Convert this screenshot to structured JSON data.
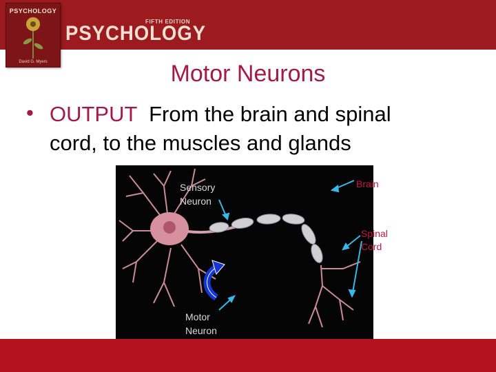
{
  "header": {
    "book_cover": {
      "title": "PSYCHOLOGY",
      "subtitle": "David G. Myers"
    },
    "edition": "FIFTH EDITION",
    "brand": "PSYCHOLOGY"
  },
  "slide": {
    "title": "Motor Neurons",
    "bullet": {
      "keyword": "OUTPUT",
      "line1_rest": "  From the brain and spinal",
      "line2": "cord, to the muscles and glands"
    }
  },
  "diagram": {
    "labels": {
      "sensory_neuron_1": "Sensory",
      "sensory_neuron_2": "Neuron",
      "brain": "Brain",
      "spinal_1": "Spinal",
      "spinal_2": "Cord",
      "motor_neuron_1": "Motor",
      "motor_neuron_2": "Neuron"
    }
  },
  "colors": {
    "header_bg": "#9b1b1f",
    "footer_bg": "#b3121f",
    "title_color": "#a31a47",
    "arrow_color": "#37b9e8",
    "curved_arrow": "#1436d6"
  }
}
